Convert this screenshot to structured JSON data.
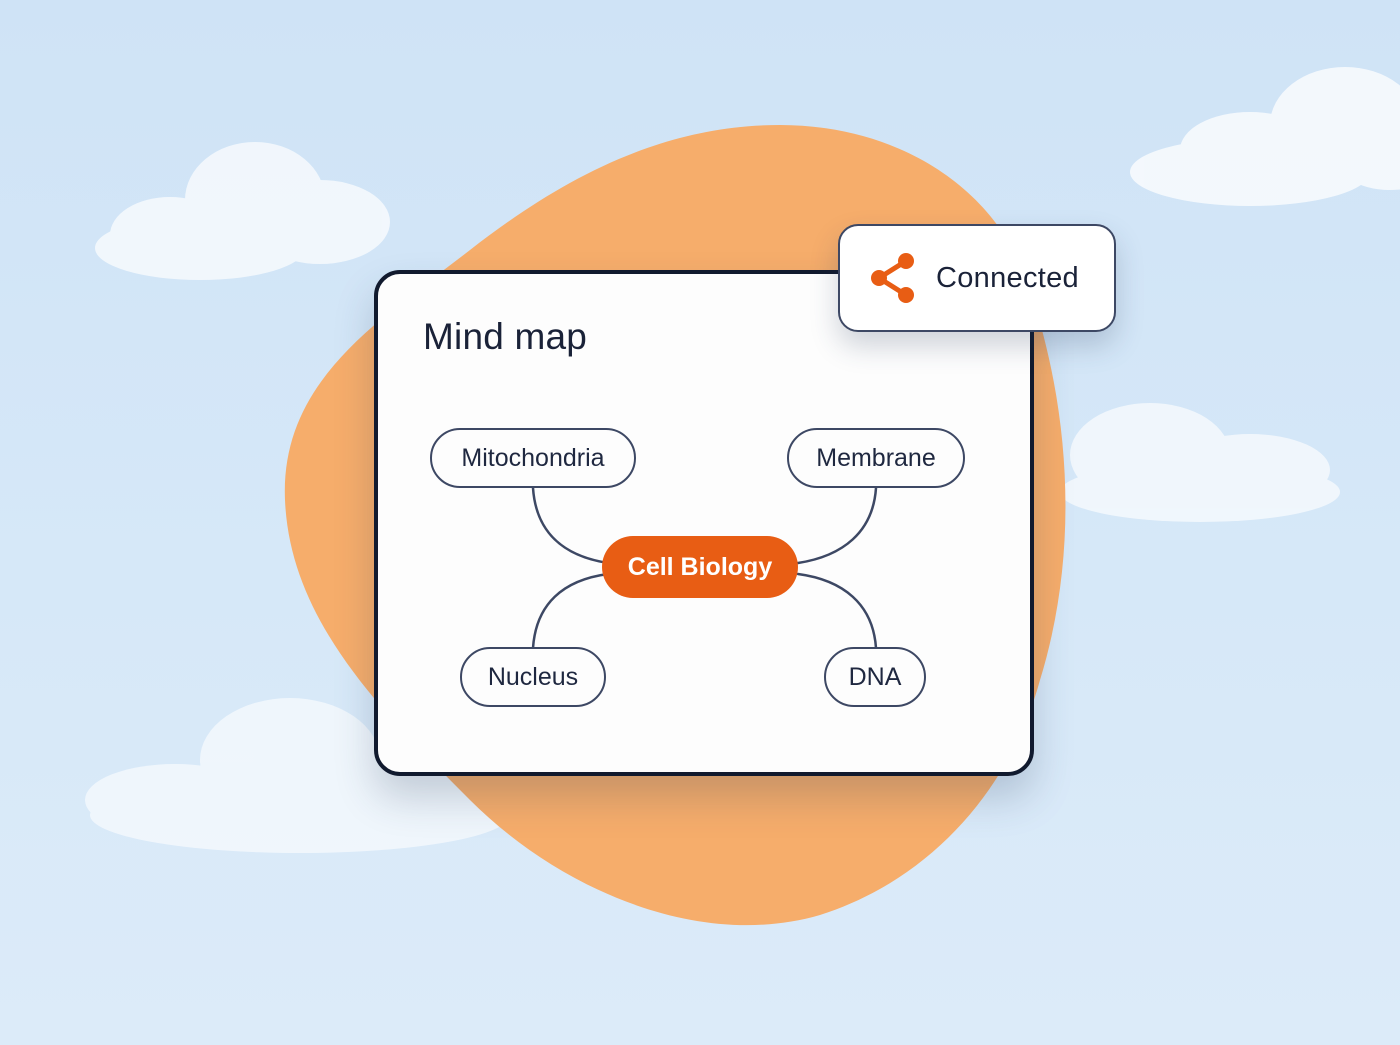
{
  "colors": {
    "sky": "#d4e7f8",
    "blob": "#f6ad6b",
    "accent": "#e85d14",
    "ink": "#1a2238",
    "node_border": "#3d4864"
  },
  "card": {
    "title": "Mind map"
  },
  "mind_map": {
    "center": "Cell Biology",
    "branches": [
      {
        "label": "Mitochondria",
        "position": "top-left"
      },
      {
        "label": "Membrane",
        "position": "top-right"
      },
      {
        "label": "Nucleus",
        "position": "bottom-left"
      },
      {
        "label": "DNA",
        "position": "bottom-right"
      }
    ]
  },
  "status_badge": {
    "icon": "share-icon",
    "label": "Connected"
  }
}
